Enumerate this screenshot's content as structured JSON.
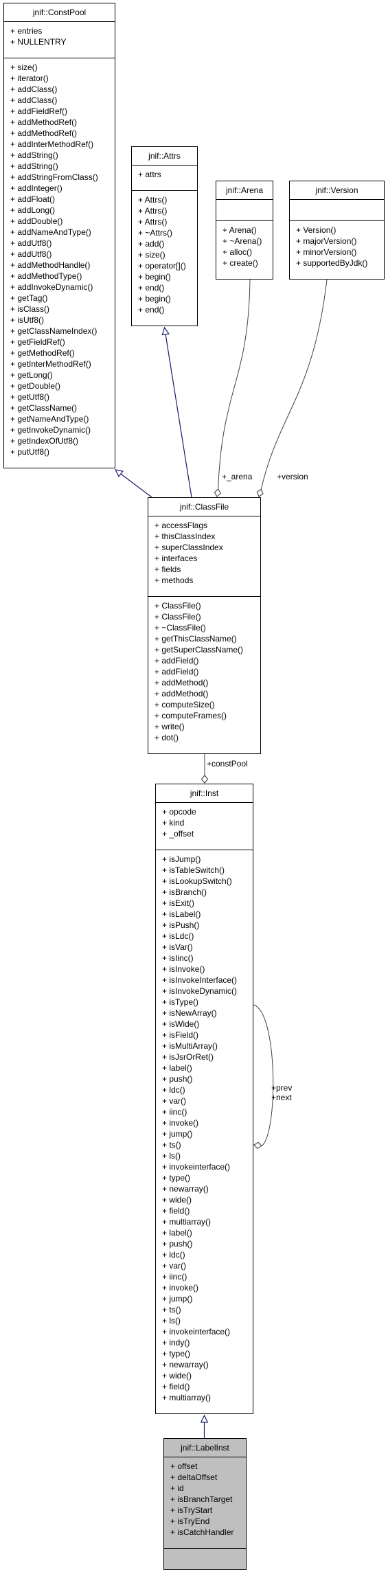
{
  "classes": [
    {
      "id": "constpool",
      "name": "jnif::ConstPool",
      "attributes": [
        "+ entries",
        "+ NULLENTRY"
      ],
      "methods": [
        "+ size()",
        "+ iterator()",
        "+ addClass()",
        "+ addClass()",
        "+ addFieldRef()",
        "+ addMethodRef()",
        "+ addMethodRef()",
        "+ addInterMethodRef()",
        "+ addString()",
        "+ addString()",
        "+ addStringFromClass()",
        "+ addInteger()",
        "+ addFloat()",
        "+ addLong()",
        "+ addDouble()",
        "+ addNameAndType()",
        "+ addUtf8()",
        "+ addUtf8()",
        "+ addMethodHandle()",
        "+ addMethodType()",
        "+ addInvokeDynamic()",
        "+ getTag()",
        "+ isClass()",
        "+ isUtf8()",
        "+ getClassNameIndex()",
        "+ getFieldRef()",
        "+ getMethodRef()",
        "+ getInterMethodRef()",
        "+ getLong()",
        "+ getDouble()",
        "+ getUtf8()",
        "+ getClassName()",
        "+ getNameAndType()",
        "+ getInvokeDynamic()",
        "+ getIndexOfUtf8()",
        "+ putUtf8()"
      ],
      "highlight": false
    },
    {
      "id": "attrs",
      "name": "jnif::Attrs",
      "attributes": [
        "+ attrs"
      ],
      "methods": [
        "+ Attrs()",
        "+ Attrs()",
        "+ Attrs()",
        "+ ~Attrs()",
        "+ add()",
        "+ size()",
        "+ operator[]()",
        "+ begin()",
        "+ end()",
        "+ begin()",
        "+ end()"
      ],
      "highlight": false
    },
    {
      "id": "arena",
      "name": "jnif::Arena",
      "attributes": [],
      "methods": [
        "+ Arena()",
        "+ ~Arena()",
        "+ alloc()",
        "+ create()"
      ],
      "highlight": false
    },
    {
      "id": "version",
      "name": "jnif::Version",
      "attributes": [],
      "methods": [
        "+ Version()",
        "+ majorVersion()",
        "+ minorVersion()",
        "+ supportedByJdk()"
      ],
      "highlight": false
    },
    {
      "id": "classfile",
      "name": "jnif::ClassFile",
      "attributes": [
        "+ accessFlags",
        "+ thisClassIndex",
        "+ superClassIndex",
        "+ interfaces",
        "+ fields",
        "+ methods"
      ],
      "methods": [
        "+ ClassFile()",
        "+ ClassFile()",
        "+ ~ClassFile()",
        "+ getThisClassName()",
        "+ getSuperClassName()",
        "+ addField()",
        "+ addField()",
        "+ addMethod()",
        "+ addMethod()",
        "+ computeSize()",
        "+ computeFrames()",
        "+ write()",
        "+ dot()"
      ],
      "highlight": false
    },
    {
      "id": "inst",
      "name": "jnif::Inst",
      "attributes": [
        "+ opcode",
        "+ kind",
        "+ _offset"
      ],
      "methods": [
        "+ isJump()",
        "+ isTableSwitch()",
        "+ isLookupSwitch()",
        "+ isBranch()",
        "+ isExit()",
        "+ isLabel()",
        "+ isPush()",
        "+ isLdc()",
        "+ isVar()",
        "+ isIinc()",
        "+ isInvoke()",
        "+ isInvokeInterface()",
        "+ isInvokeDynamic()",
        "+ isType()",
        "+ isNewArray()",
        "+ isWide()",
        "+ isField()",
        "+ isMultiArray()",
        "+ isJsrOrRet()",
        "+ label()",
        "+ push()",
        "+ ldc()",
        "+ var()",
        "+ iinc()",
        "+ invoke()",
        "+ jump()",
        "+ ts()",
        "+ ls()",
        "+ invokeinterface()",
        "+ type()",
        "+ newarray()",
        "+ wide()",
        "+ field()",
        "+ multiarray()",
        "+ label()",
        "+ push()",
        "+ ldc()",
        "+ var()",
        "+ iinc()",
        "+ invoke()",
        "+ jump()",
        "+ ts()",
        "+ ls()",
        "+ invokeinterface()",
        "+ indy()",
        "+ type()",
        "+ newarray()",
        "+ wide()",
        "+ field()",
        "+ multiarray()"
      ],
      "highlight": false
    },
    {
      "id": "labelinst",
      "name": "jnif::LabelInst",
      "attributes": [
        "+ offset",
        "+ deltaOffset",
        "+ id",
        "+ isBranchTarget",
        "+ isTryStart",
        "+ isTryEnd",
        "+ isCatchHandler"
      ],
      "methods": [],
      "highlight": true
    }
  ],
  "edge_labels": {
    "arena": "+_arena",
    "version": "+version",
    "constpool": "+constPool",
    "prev_next": [
      "+prev",
      "+next"
    ]
  },
  "colors": {
    "inheritance": "#191970",
    "association": "#404040",
    "highlight_fill": "#bfbfbf",
    "border": "#000000"
  }
}
